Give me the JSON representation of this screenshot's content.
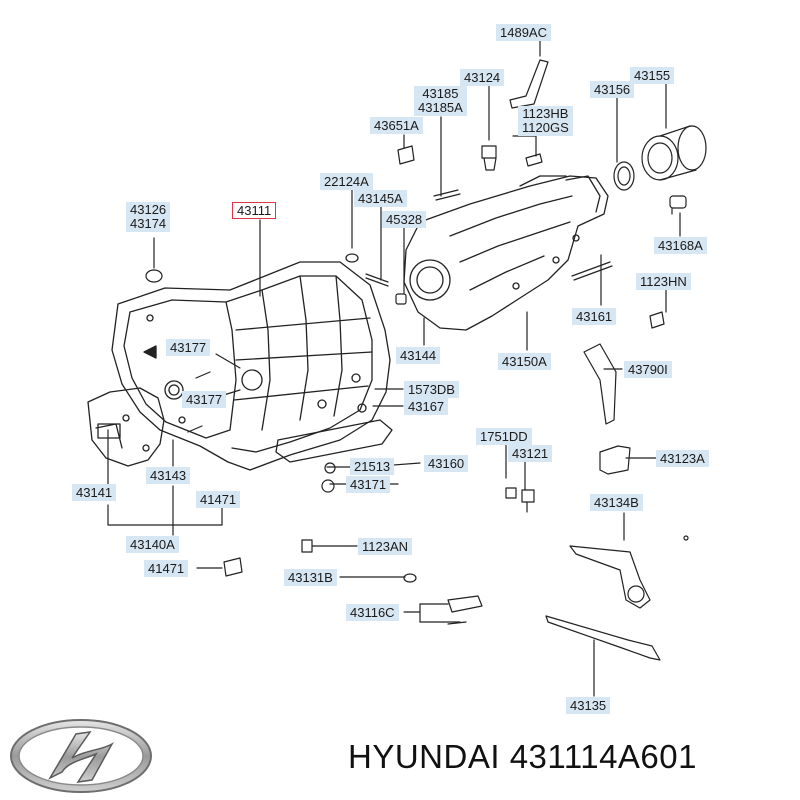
{
  "labels": {
    "l_1489AC": "1489AC",
    "l_43124": "43124",
    "l_43155": "43155",
    "l_43156": "43156",
    "l_43185": "43185",
    "l_43185A": "43185A",
    "l_1123HB": "1123HB",
    "l_1120GS": "1120GS",
    "l_43651A": "43651A",
    "l_22124A": "22124A",
    "l_43145A": "43145A",
    "l_45328": "45328",
    "l_43126": "43126",
    "l_43174": "43174",
    "l_43111": "43111",
    "l_43168A": "43168A",
    "l_1123HN": "1123HN",
    "l_43161": "43161",
    "l_43144": "43144",
    "l_43150A": "43150A",
    "l_43177a": "43177",
    "l_43177b": "43177",
    "l_43790I": "43790I",
    "l_1573DB": "1573DB",
    "l_43167": "43167",
    "l_1751DD": "1751DD",
    "l_43121": "43121",
    "l_43123A": "43123A",
    "l_21513": "21513",
    "l_43160": "43160",
    "l_43171": "43171",
    "l_43143": "43143",
    "l_43141": "43141",
    "l_41471a": "41471",
    "l_43134B": "43134B",
    "l_43140A": "43140A",
    "l_1123AN": "1123AN",
    "l_41471b": "41471",
    "l_43131B": "43131B",
    "l_43116C": "43116C",
    "l_43135": "43135"
  },
  "footer": {
    "brand": "HYUNDAI",
    "part_number": "431114A601",
    "logo_icon": "hyundai-logo-icon"
  },
  "colors": {
    "label_bg": "#d7e6f3",
    "highlight_border": "#e0344a",
    "line": "#222222"
  }
}
